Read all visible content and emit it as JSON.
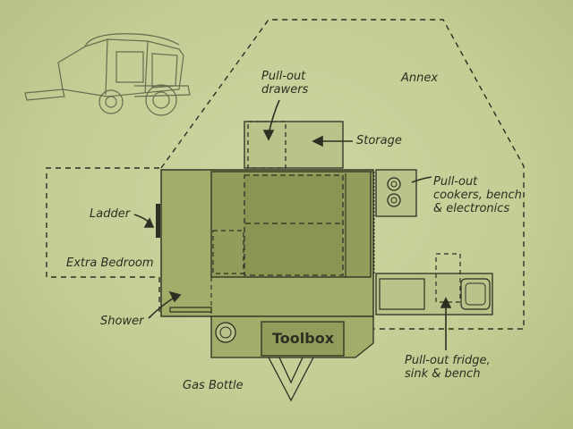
{
  "colors": {
    "background": "#c5cf97",
    "ink": "#3a3a2c",
    "body_fill": "#a2ad6a",
    "floor_fill": "#929d5c",
    "bed_fill": "#8a9554"
  },
  "labels": {
    "pull_out_drawers": "Pull-out\ndrawers",
    "annex": "Annex",
    "storage": "Storage",
    "pull_out_cookers": "Pull-out\ncookers, bench\n& electronics",
    "ladder": "Ladder",
    "extra_bedroom": "Extra Bedroom",
    "shower": "Shower",
    "toolbox": "Toolbox",
    "gas_bottle": "Gas Bottle",
    "pull_out_fridge": "Pull-out fridge,\nsink & bench"
  },
  "icons": [
    "trailer-sketch-icon"
  ]
}
